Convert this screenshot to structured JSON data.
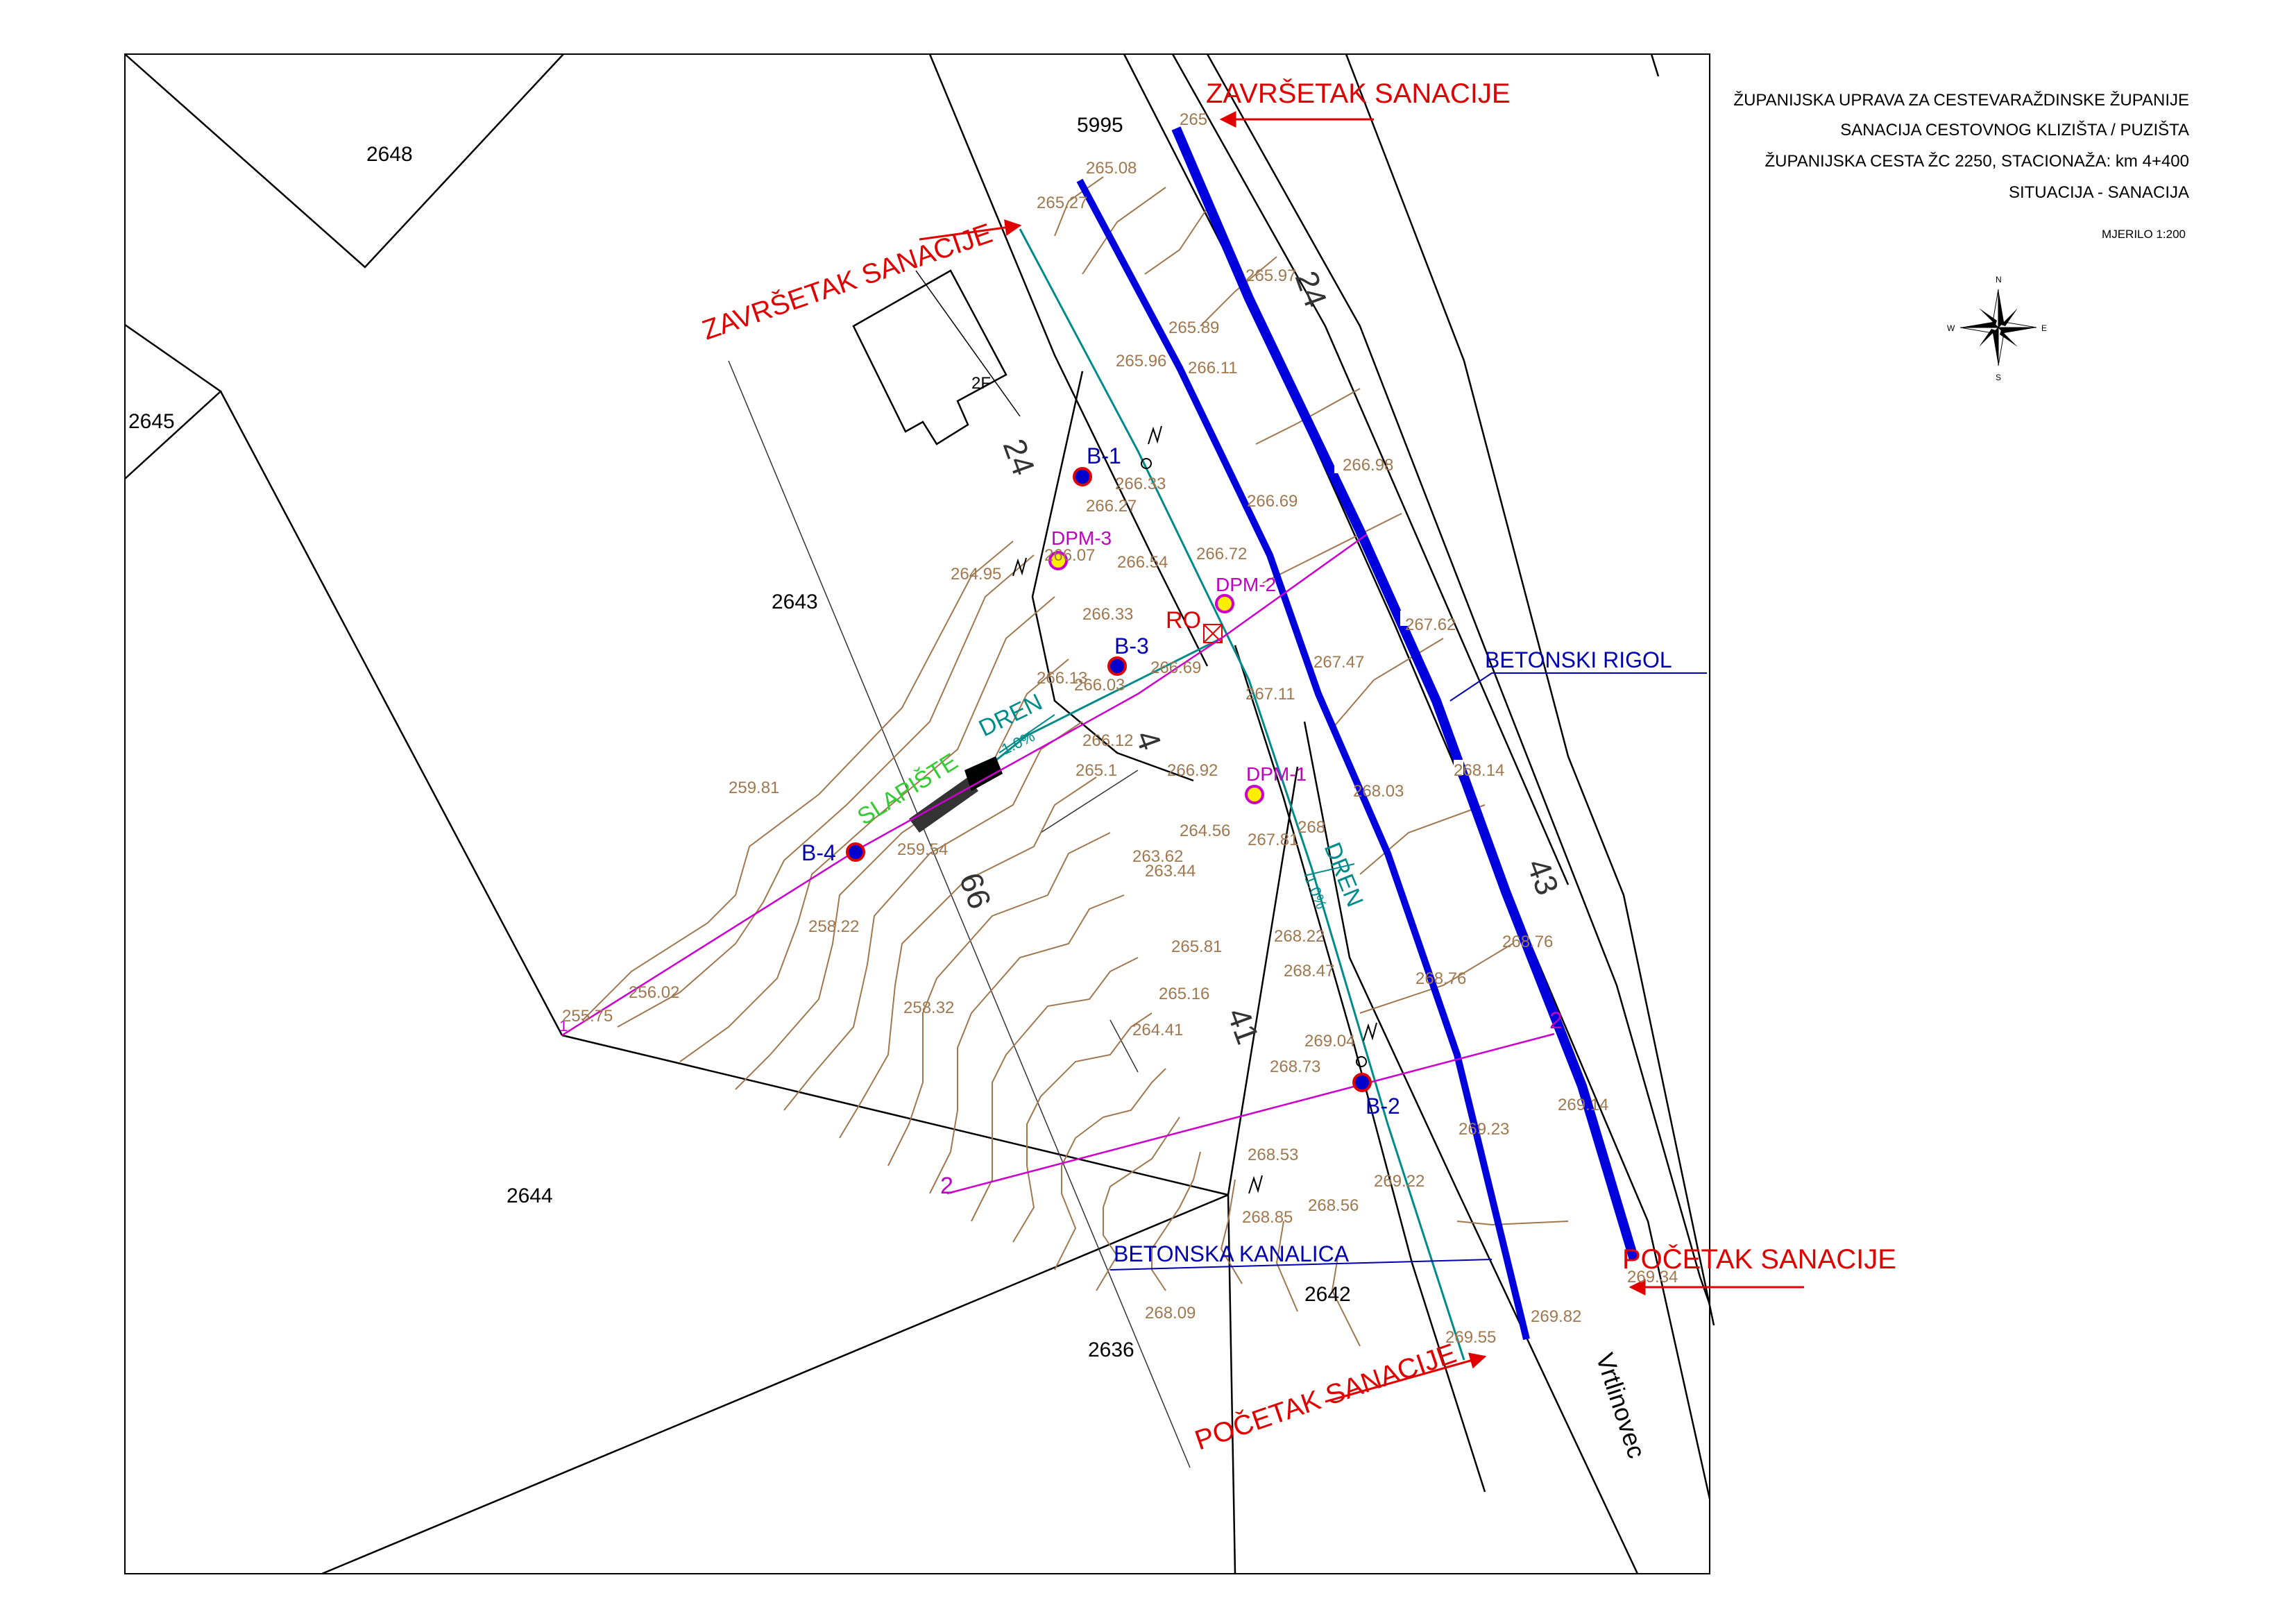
{
  "title_block": {
    "line1": "ŽUPANIJSKA UPRAVA ZA CESTEVARAŽDINSKE ŽUPANIJE",
    "line2": "SANACIJA CESTOVNOG KLIZIŠTA / PUZIŠTA",
    "line3": "ŽUPANIJSKA CESTA ŽC 2250, STACIONAŽA: km 4+400",
    "line4": "SITUACIJA - SANACIJA",
    "scale": "MJERILO 1:200"
  },
  "compass": {
    "n": "N",
    "s": "S",
    "e": "E",
    "w": "W"
  },
  "parcels": {
    "p2648": "2648",
    "p2645": "2645",
    "p2643": "2643",
    "p2644": "2644",
    "p5995": "5995",
    "p2642": "2642",
    "p2636": "2636"
  },
  "road_name": "Vrtlinovec",
  "big_numbers": {
    "n24a": "24",
    "n24b": "24",
    "n43": "43",
    "n4": "4",
    "n66": "66",
    "n41": "41"
  },
  "markers": {
    "zavrsetak_top": "ZAVRŠETAK SANACIJE",
    "zavrsetak_left": "ZAVRŠETAK SANACIJE",
    "pocetak_right": "POČETAK SANACIJE",
    "pocetak_bottom": "POČETAK SANACIJE"
  },
  "labels": {
    "betonski_rigol": "BETONSKI RIGOL",
    "betonska_kanalica": "BETONSKA KANALICA",
    "dren_upper": "DREN",
    "dren_lower": "DREN",
    "slope_upper": "1.0%",
    "slope_lower": "1.0%",
    "slapiste": "SLAPIŠTE",
    "ro": "RO",
    "building": "2F"
  },
  "boreholes": {
    "b1": "B-1",
    "b2": "B-2",
    "b3": "B-3",
    "b4": "B-4"
  },
  "piezometers": {
    "dpm1": "DPM-1",
    "dpm2": "DPM-2",
    "dpm3": "DPM-3"
  },
  "profiles": {
    "p1": "1",
    "p2a": "2",
    "p2b": "2"
  },
  "elevations": {
    "e01": "265.08",
    "e02": "265.27",
    "e03": "265.97",
    "e04": "265.89",
    "e05": "265.96",
    "e06": "266.11",
    "e07": "266.33",
    "e08": "266.27",
    "e09": "266.69",
    "e10": "266.98",
    "e11": "264.95",
    "e12": "266.07",
    "e13": "266.54",
    "e14": "266.72",
    "e15": "266.33",
    "e16": "267.62",
    "e17": "267.47",
    "e18": "266.13",
    "e19": "266.03",
    "e20": "266.69",
    "e21": "267.11",
    "e22": "266.12",
    "e23": "265.1",
    "e24": "266.92",
    "e25": "268.14",
    "e26": "268.03",
    "e27": "259.81",
    "e28": "259.54",
    "e29": "264.56",
    "e30": "263.62",
    "e31": "263.44",
    "e32": "267.81",
    "e33": "268.76",
    "e34": "258.22",
    "e35": "265.81",
    "e36": "268.22",
    "e37": "268.47",
    "e38": "268.76",
    "e39": "256.02",
    "e40": "255.75",
    "e41": "258.32",
    "e42": "265.16",
    "e43": "264.41",
    "e44": "268.73",
    "e45": "269.04",
    "e46": "269.14",
    "e47": "269.23",
    "e48": "268.53",
    "e49": "269.22",
    "e50": "268.56",
    "e51": "268.85",
    "e52": "268.09",
    "e53": "269.34",
    "e54": "269.82",
    "e55": "269.55",
    "e56": "265",
    "e57": "268"
  },
  "colors": {
    "contour": "#a07850",
    "drain": "#008b8b",
    "rigol": "#0000dd",
    "marker": "#e00000",
    "profile": "#cc00cc",
    "borehole": "#0000cc",
    "piezometer": "#ffee00",
    "slapiste": "#33cc33"
  }
}
